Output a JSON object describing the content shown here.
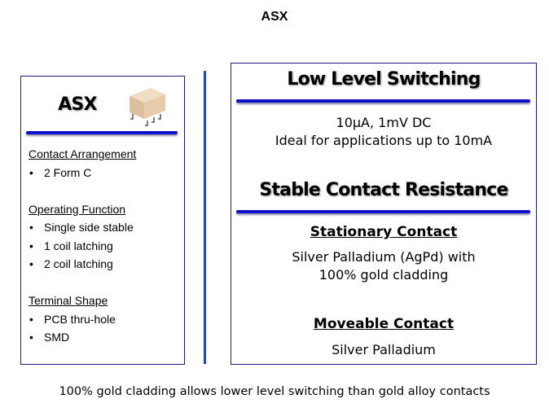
{
  "title": "ASX",
  "left": {
    "heading": "ASX",
    "sections": [
      {
        "label": "Contact Arrangement",
        "items": [
          "2 Form C"
        ]
      },
      {
        "label": "Operating Function",
        "items": [
          "Single side stable",
          "1 coil latching",
          "2 coil latching"
        ]
      },
      {
        "label": "Terminal Shape",
        "items": [
          "PCB thru-hole",
          "SMD"
        ]
      }
    ]
  },
  "right": {
    "heading1": "Low Level Switching",
    "line1": "10µA, 1mV DC",
    "line2": "Ideal for applications up to 10mA",
    "heading2": "Stable Contact Resistance",
    "stationary_label": "Stationary Contact",
    "stationary_line1": "Silver Palladium (AgPd) with",
    "stationary_line2": "100% gold cladding",
    "moveable_label": "Moveable Contact",
    "moveable_text": "Silver Palladium"
  },
  "footer": "100% gold cladding allows lower level switching than gold alloy contacts",
  "colors": {
    "accent": "#1010c8",
    "border": "#1c1c8a"
  }
}
